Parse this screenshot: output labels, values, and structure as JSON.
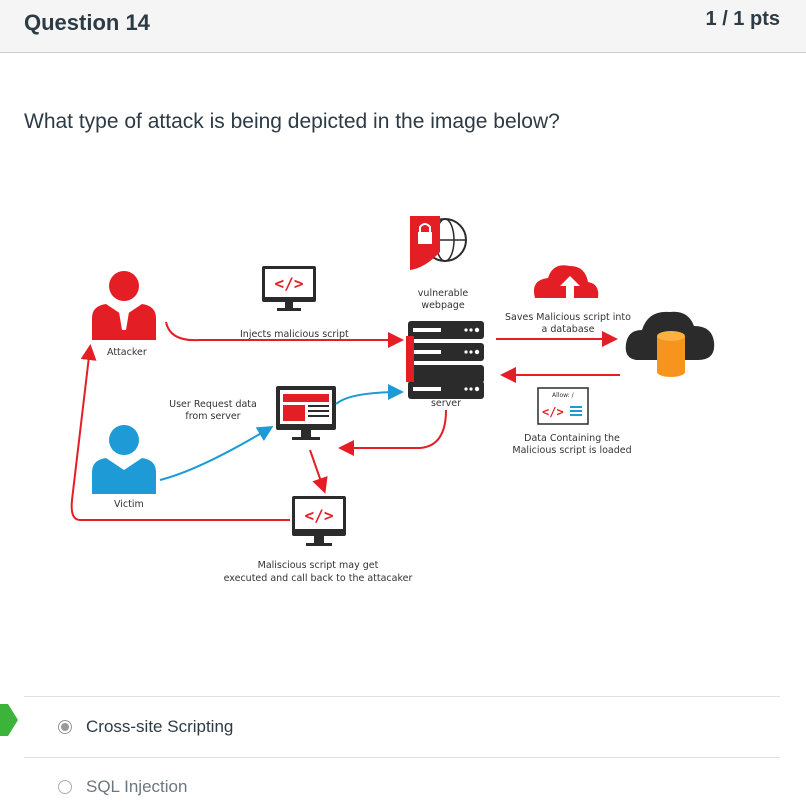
{
  "header": {
    "title": "Question 14",
    "points": "1 / 1 pts"
  },
  "question": {
    "text": "What type of attack is being depicted in the image below?"
  },
  "diagram": {
    "attacker_label": "Attacker",
    "victim_label": "Victim",
    "injects_label": "Injects malicious script",
    "vulnerable_label_1": "vulnerable",
    "vulnerable_label_2": "webpage",
    "server_label": "server",
    "saves_label_1": "Saves Malicious script into",
    "saves_label_2": "a database",
    "user_request_1": "User Request data",
    "user_request_2": "from server",
    "allow_label": "Allow: /",
    "data_containing_1": "Data Containing the",
    "data_containing_2": "Malicious script is loaded",
    "executed_1": "Maliscious script may get",
    "executed_2": "executed and call back to the attacaker",
    "code_symbol": "</>"
  },
  "answers": [
    {
      "label": "Cross-site Scripting",
      "selected": true
    },
    {
      "label": "SQL Injection",
      "selected": false
    }
  ],
  "colors": {
    "red": "#e31e24",
    "blue": "#1e9ad6",
    "dark": "#2b2b2b",
    "orange": "#f7941d",
    "correct": "#3cb43c"
  }
}
